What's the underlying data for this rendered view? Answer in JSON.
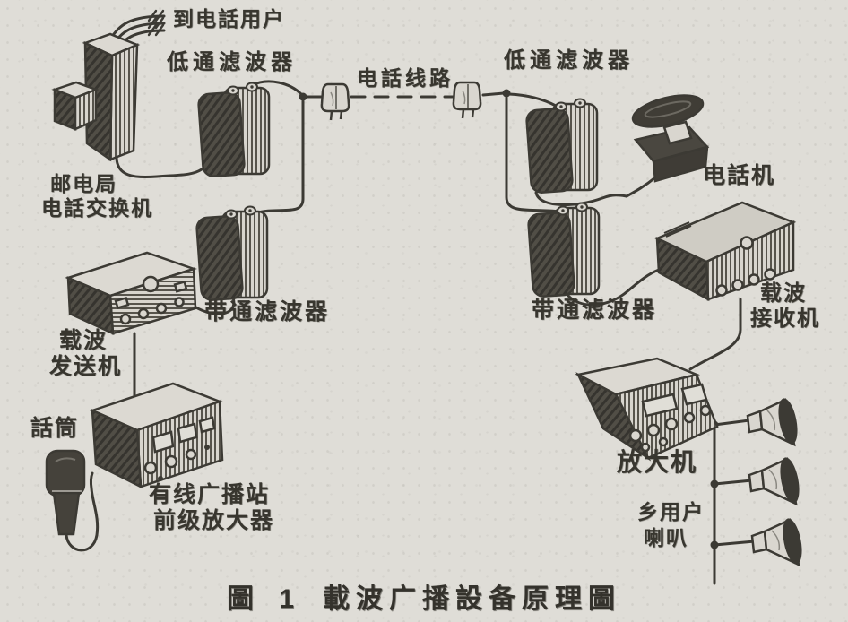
{
  "caption": {
    "figure_no": "圖 1",
    "title": "載波广播設备原理圖"
  },
  "labels": {
    "to_phone_users": "到电話用户",
    "lpf_left": "低通滤波器",
    "phone_line": "电話线路",
    "lpf_right": "低通滤波器",
    "exchange_line1": "邮电局",
    "exchange_line2": "电話交换机",
    "bpf_left": "带通滤波器",
    "carrier_tx_line1": "载波",
    "carrier_tx_line2": "发送机",
    "microphone": "話筒",
    "preamp_line1": "有线广播站",
    "preamp_line2": "前级放大器",
    "telephone": "电話机",
    "bpf_right": "带通滤波器",
    "carrier_rx_line1": "载波",
    "carrier_rx_line2": "接收机",
    "amplifier": "放大机",
    "village_line1": "乡用户",
    "village_line2": "喇叭"
  },
  "icons": {
    "telephone-exchange": "tall-3d-box-with-side-unit",
    "lowpass-filter": "small-3d-box",
    "bandpass-filter": "small-3d-box",
    "line-insulator": "bell-on-pole",
    "carrier-transmitter": "3d-chassis-with-knobs",
    "carrier-receiver": "3d-chassis-with-knobs",
    "preamplifier": "3d-chassis-with-meters",
    "amplifier": "wedge-chassis-with-dials",
    "telephone": "rotary-phone",
    "microphone": "hand-microphone",
    "horn-speaker": "horn-cone"
  },
  "colors": {
    "paper": "#dfddd7",
    "ink": "#3c3a34",
    "face_light": "#d9d6cf",
    "face_dark": "#514e46"
  }
}
